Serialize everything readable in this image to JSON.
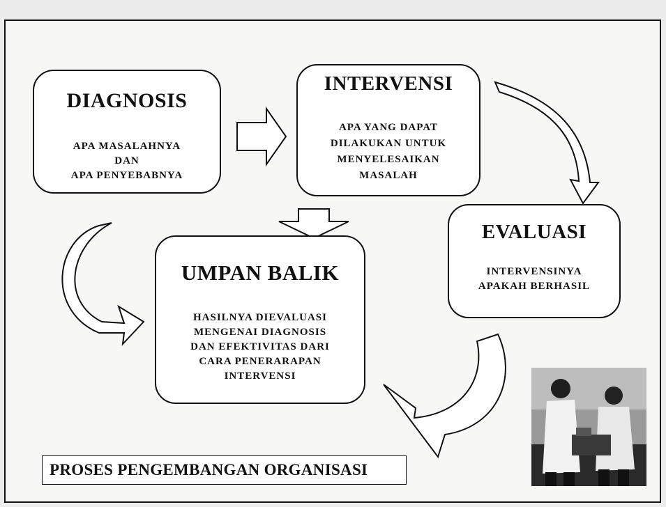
{
  "nodes": {
    "diagnosis": {
      "title": "DIAGNOSIS",
      "body": "APA MASALAHNYA\nDAN\nAPA PENYEBABNYA"
    },
    "intervensi": {
      "title": "INTERVENSI",
      "body": "APA YANG DAPAT\nDILAKUKAN UNTUK\nMENYELESAIKAN\nMASALAH"
    },
    "evaluasi": {
      "title": "EVALUASI",
      "body": "INTERVENSINYA\nAPAKAH BERHASIL"
    },
    "umpan_balik": {
      "title": "UMPAN BALIK",
      "body": "HASILNYA DIEVALUASI\nMENGENAI DIAGNOSIS\nDAN EFEKTIVITAS DARI\nCARA PENERARAPAN\nINTERVENSI"
    }
  },
  "caption": "PROSES PENGEMBANGAN ORGANISASI",
  "colors": {
    "stroke": "#111111",
    "box_fill": "#ffffff",
    "background": "#f7f7f5"
  }
}
